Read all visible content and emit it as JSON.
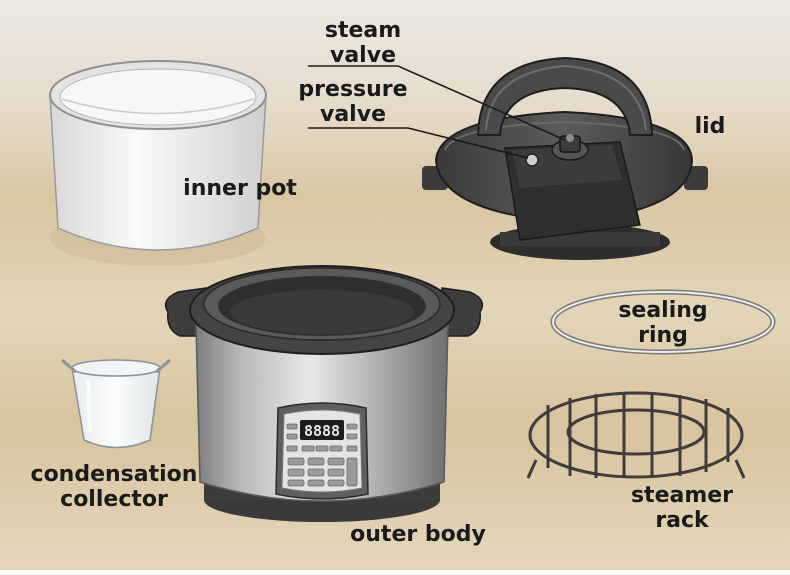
{
  "labels": {
    "steam_valve": [
      "steam",
      "valve"
    ],
    "pressure_valve": [
      "pressure",
      "valve"
    ],
    "lid": "lid",
    "inner_pot": "inner pot",
    "sealing_ring": [
      "sealing",
      "ring"
    ],
    "condensation_collector": [
      "condensation",
      "collector"
    ],
    "steamer_rack": [
      "steamer",
      "rack"
    ],
    "outer_body": "outer body"
  },
  "display_readout": "8888",
  "colors": {
    "label_text": "#1a1a1a",
    "background_top": "#e9e4dc",
    "background_bottom": "#d8c7a4",
    "dark_plastic": "#4a4a4a",
    "steel": "#c9c9c9",
    "white_pot": "#f4f4f4"
  }
}
